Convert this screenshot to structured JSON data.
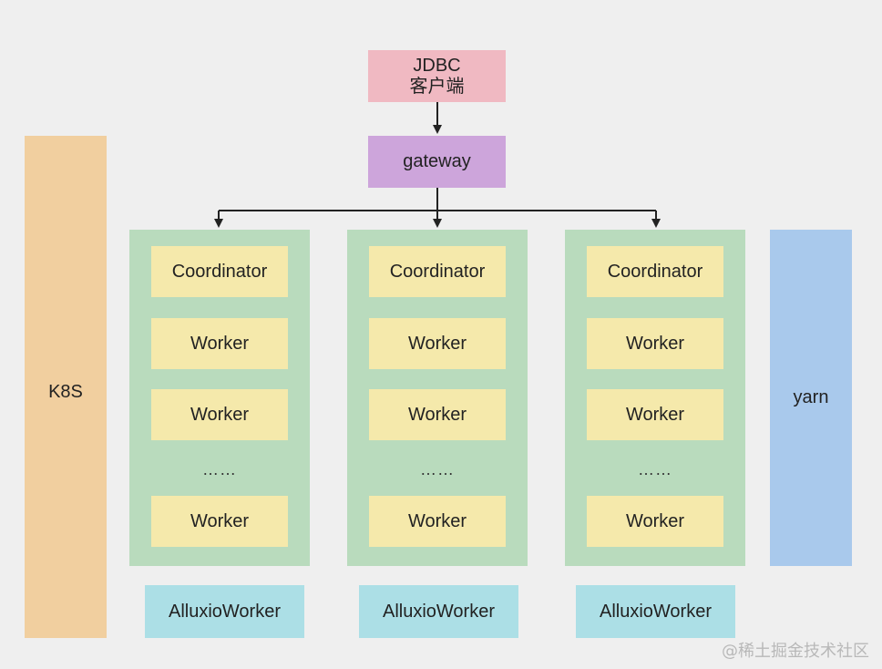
{
  "jdbc_client": {
    "line1": "JDBC",
    "line2": "客户端"
  },
  "gateway": {
    "label": "gateway"
  },
  "k8s": {
    "label": "K8S"
  },
  "yarn": {
    "label": "yarn"
  },
  "clusters": [
    {
      "coordinator": "Coordinator",
      "workers": [
        "Worker",
        "Worker"
      ],
      "ellipsis": "……",
      "last_worker": "Worker",
      "alluxio": "AlluxioWorker"
    },
    {
      "coordinator": "Coordinator",
      "workers": [
        "Worker",
        "Worker"
      ],
      "ellipsis": "……",
      "last_worker": "Worker",
      "alluxio": "AlluxioWorker"
    },
    {
      "coordinator": "Coordinator",
      "workers": [
        "Worker",
        "Worker"
      ],
      "ellipsis": "……",
      "last_worker": "Worker",
      "alluxio": "AlluxioWorker"
    }
  ],
  "watermark": "@稀土掘金技术社区",
  "colors": {
    "background": "#efefef",
    "jdbc": "#f0b9c2",
    "gateway": "#cda5db",
    "k8s": "#f1cf9f",
    "yarn": "#a9c9ec",
    "cluster": "#b9dbbd",
    "node": "#f5e9ab",
    "alluxio": "#acdfe6",
    "arrow": "#222222"
  }
}
